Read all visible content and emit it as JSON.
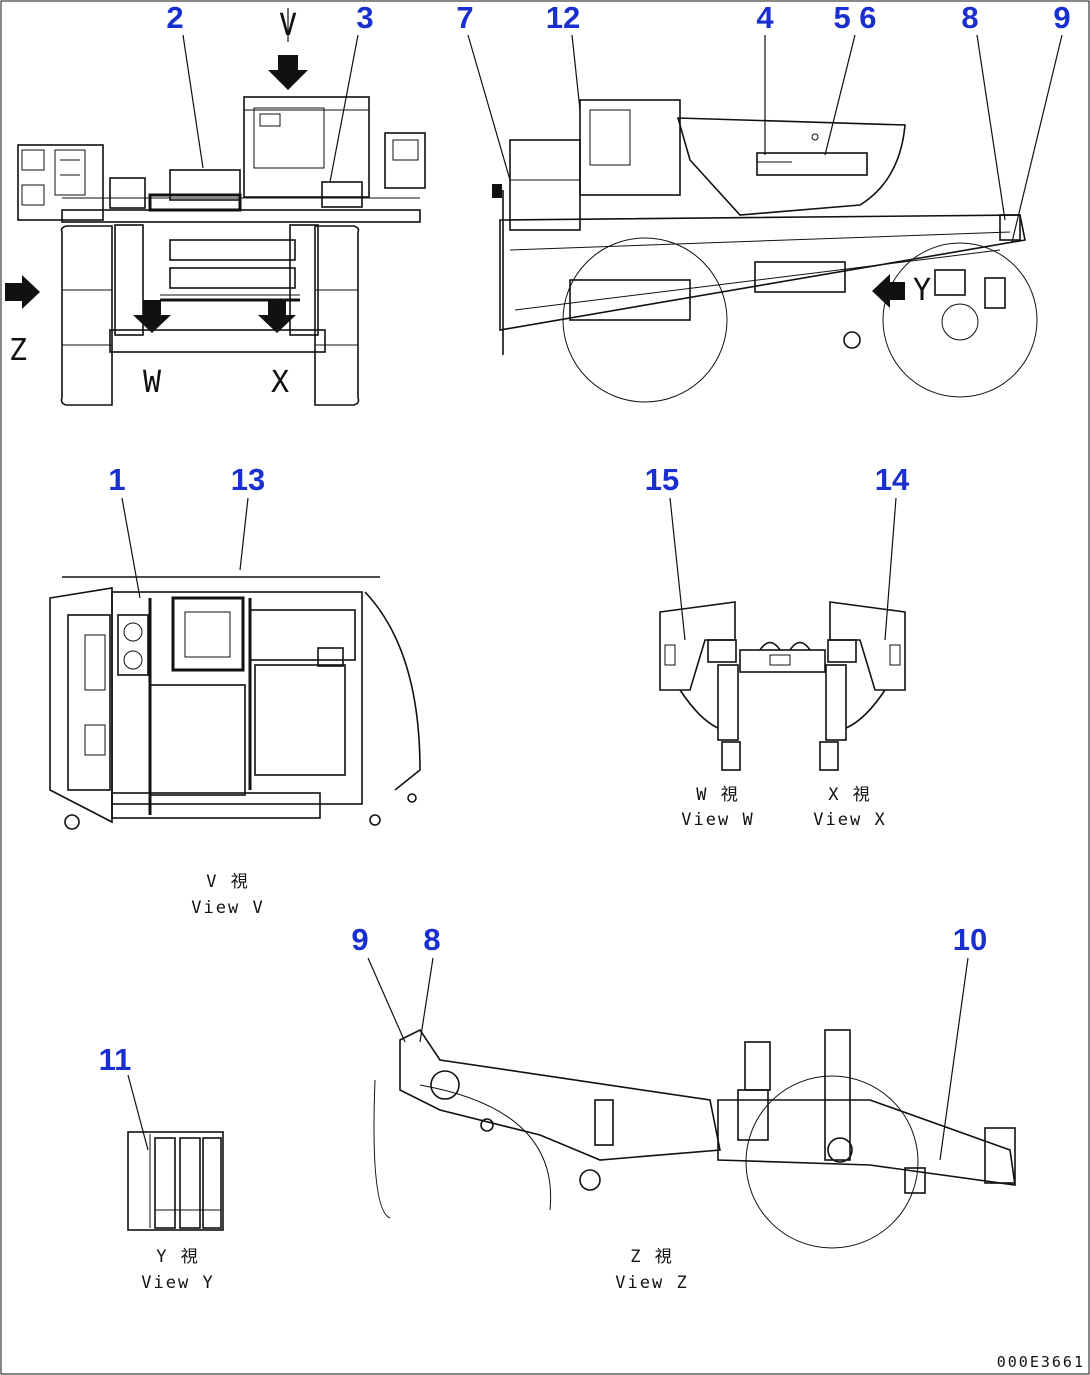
{
  "callouts": {
    "c2": "2",
    "c3": "3",
    "c7": "7",
    "c12": "12",
    "c4": "4",
    "c56": "5 6",
    "c8_top": "8",
    "c9_top": "9",
    "c1": "1",
    "c13": "13",
    "c15": "15",
    "c14": "14",
    "c9_bot": "9",
    "c8_bot": "8",
    "c10": "10",
    "c11": "11"
  },
  "direction_letters": {
    "v": "V",
    "z": "Z",
    "w": "W",
    "x": "X",
    "y": "Y"
  },
  "view_labels": {
    "view_v_jp": "V 視",
    "view_v_en": "View V",
    "view_w_jp": "W 視",
    "view_w_en": "View W",
    "view_x_jp": "X 視",
    "view_x_en": "View X",
    "view_y_jp": "Y 視",
    "view_y_en": "View Y",
    "view_z_jp": "Z 視",
    "view_z_en": "View Z"
  },
  "drawing_number": "000E3661",
  "colors": {
    "callout": "#1a2fd0",
    "line": "#111111",
    "background": "#ffffff"
  }
}
